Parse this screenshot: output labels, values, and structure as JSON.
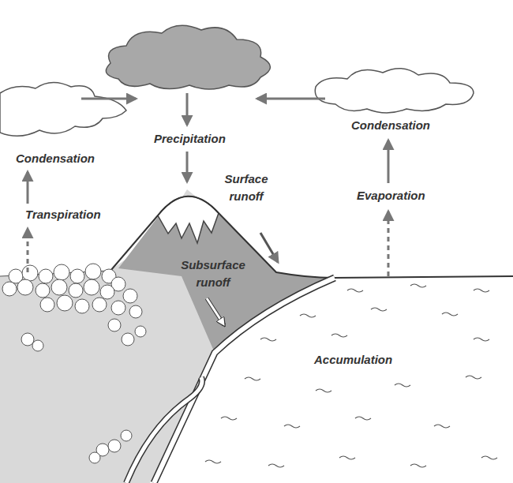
{
  "diagram": {
    "labels": [
      "Condensation",
      "Precipitation",
      "Condensation",
      "Surface runoff",
      "Evaporation",
      "Transpiration",
      "Subsurface runoff",
      "Accumulation"
    ]
  }
}
